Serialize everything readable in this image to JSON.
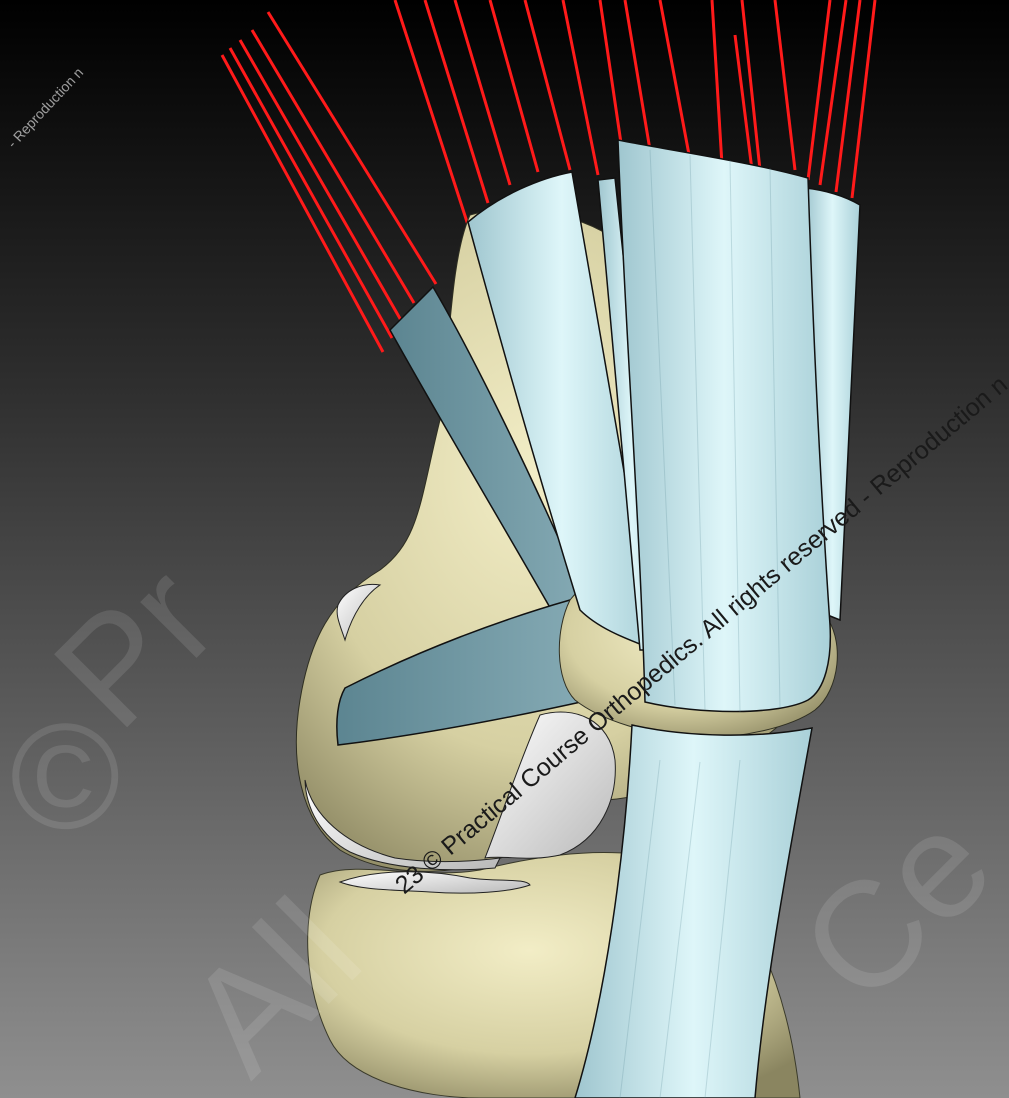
{
  "image": {
    "subject": "3D knee joint model with ligaments and tendon attachment lines",
    "colors": {
      "background_top": "#000000",
      "background_bottom": "#8f8f8f",
      "bone": "#d9d4a8",
      "bone_shadow": "#8a8560",
      "ligament_light": "#cdeef2",
      "ligament_dark": "#6e97a2",
      "cartilage": "#e8e8e8",
      "fiber_lines": "#ff1a1a"
    }
  },
  "watermark": {
    "diagonal_text": "23 © Practical Course Orthopedics. All rights reserved - Reproduction n",
    "corner_text": "- Reproduction n",
    "background_marks": [
      "©",
      "Pr",
      "All",
      "Ce"
    ]
  }
}
